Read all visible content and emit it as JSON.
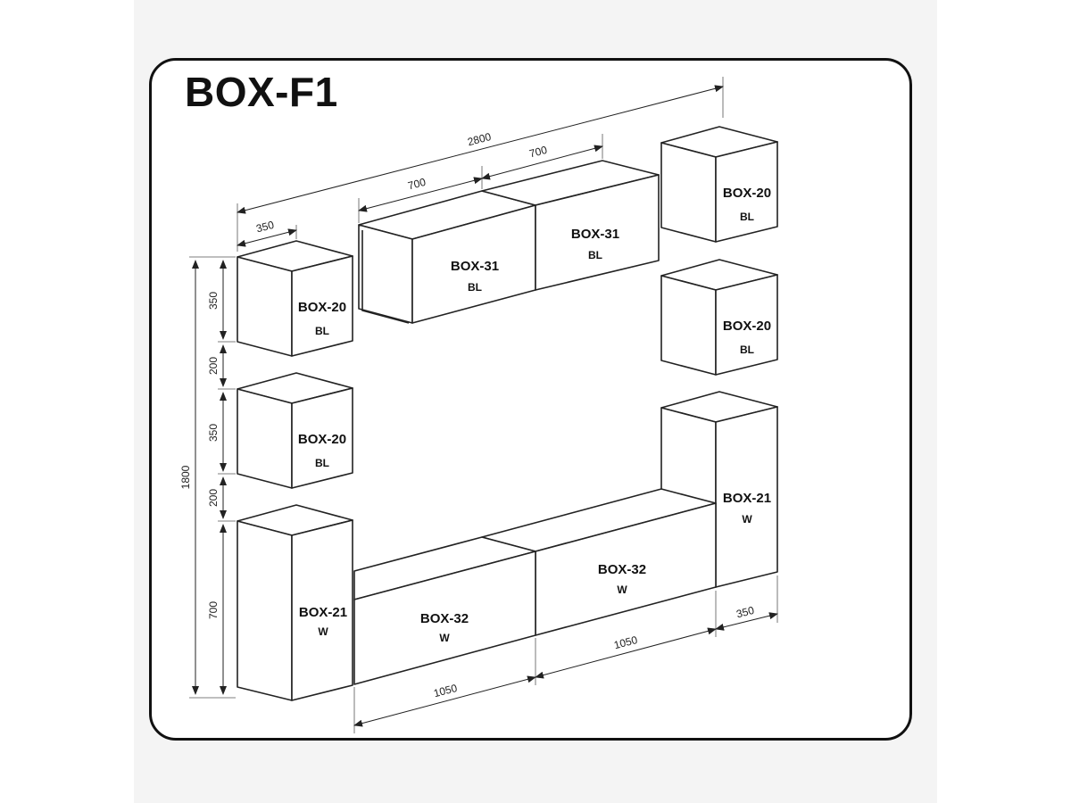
{
  "title": "BOX-F1",
  "modules": {
    "top_left_box_20": {
      "model": "BOX-20",
      "color": "BL"
    },
    "mid_left_box_20": {
      "model": "BOX-20",
      "color": "BL"
    },
    "top_right_box_20": {
      "model": "BOX-20",
      "color": "BL"
    },
    "mid_right_box_20": {
      "model": "BOX-20",
      "color": "BL"
    },
    "left_box_31": {
      "model": "BOX-31",
      "color": "BL"
    },
    "right_box_31": {
      "model": "BOX-31",
      "color": "BL"
    },
    "left_box_21": {
      "model": "BOX-21",
      "color": "W"
    },
    "right_box_21": {
      "model": "BOX-21",
      "color": "W"
    },
    "left_box_32": {
      "model": "BOX-32",
      "color": "W"
    },
    "right_box_32": {
      "model": "BOX-32",
      "color": "W"
    }
  },
  "dimensions": {
    "total_width": "2800",
    "box_31_left_width": "700",
    "box_31_right_width": "700",
    "box_20_depth_top": "350",
    "total_height": "1800",
    "v_box_20_top": "350",
    "v_gap_1": "200",
    "v_box_20_mid": "350",
    "v_gap_2": "200",
    "v_box_21": "700",
    "box_32_left_width": "1050",
    "box_32_right_width": "1050",
    "box_21_depth_right": "350"
  }
}
